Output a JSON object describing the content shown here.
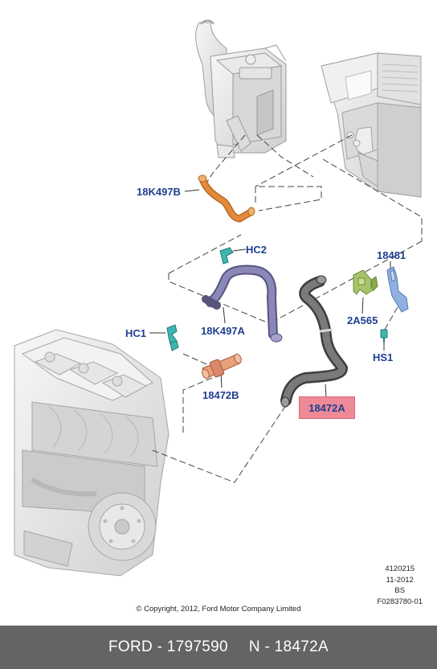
{
  "callouts": {
    "18K497B": "18K497B",
    "HC2": "HC2",
    "18K497A": "18K497A",
    "HC1": "HC1",
    "18472B": "18472B",
    "18472A": "18472A",
    "2A565": "2A565",
    "18481": "18481",
    "HS1": "HS1"
  },
  "meta": {
    "line1": "4120215",
    "line2": "11-2012",
    "line3": "BS",
    "line4": "F0283780-01"
  },
  "copyright": "© Copyright, 2012, Ford Motor Company Limited",
  "footer": {
    "left": "FORD - 1797590",
    "right": "N - 18472A"
  },
  "colors": {
    "callout_text": "#1f3f8f",
    "highlight": "#ee8a98",
    "footer_bg": "#646464",
    "hose_orange": "#e38a3c",
    "hose_purple": "#8a88b8",
    "bracket_green": "#a6c46a",
    "bracket_blue": "#8fb0e0",
    "clip_teal": "#3fb6b0",
    "connector_copper": "#e8a17a"
  }
}
